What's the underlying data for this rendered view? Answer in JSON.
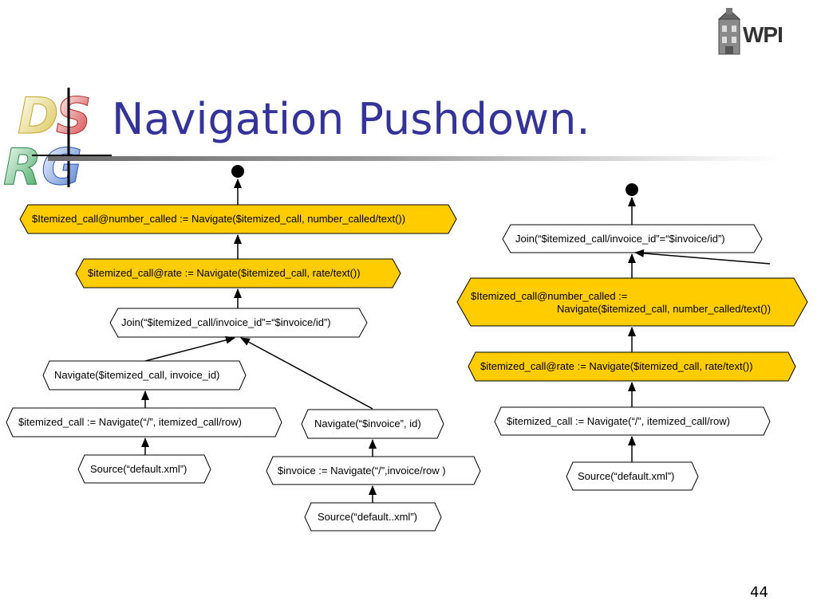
{
  "slide": {
    "title": "Navigation Pushdown.",
    "page_number": "44",
    "logo_text": "WPI",
    "ds_logo_letters": "DSRG"
  },
  "colors": {
    "title": "#333399",
    "highlight_fill": "#ffcc00",
    "node_fill": "#ffffff",
    "edge": "#000000"
  },
  "left_tree": {
    "n1": "$Itemized_call@number_called := Navigate($itemized_call, number_called/text())",
    "n2": "$itemized_call@rate := Navigate($itemized_call, rate/text())",
    "n3": "Join(“$itemized_call/invoice_id”=“$invoice/id”)",
    "n4": "Navigate($itemized_call, invoice_id)",
    "n5": "$itemized_call := Navigate(“/”, itemized_call/row)",
    "n6": "Source(“default.xml”)",
    "n7": "Navigate(“$invoice”, id)",
    "n8": "$invoice := Navigate(“/”,invoice/row )",
    "n9": "Source(“default..xml”)"
  },
  "right_tree": {
    "r1": "Join(“$itemized_call/invoice_id”=“$invoice/id”)",
    "r2_line1": "$Itemized_call@number_called :=",
    "r2_line2": "Navigate($itemized_call, number_called/text())",
    "r3": "$itemized_call@rate := Navigate($itemized_call, rate/text())",
    "r4": "$itemized_call := Navigate(“/”, itemized_call/row)",
    "r5": "Source(“default.xml”)"
  }
}
